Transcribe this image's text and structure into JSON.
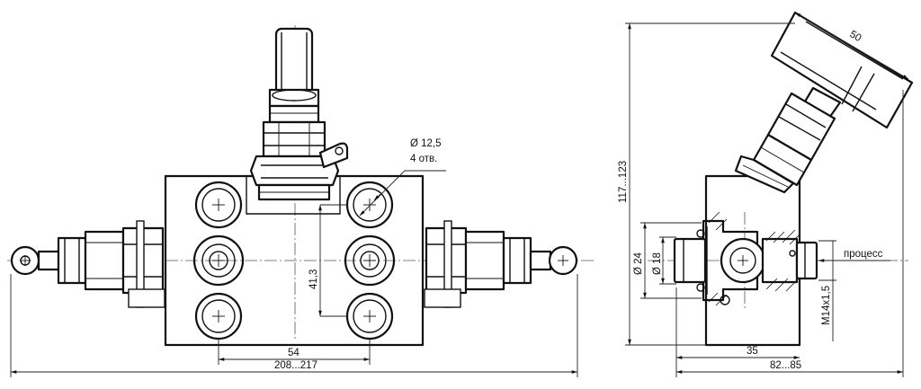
{
  "front_view": {
    "hole_diameter": "Ø 12,5",
    "hole_count": "4 отв.",
    "dim_hole_spacing_v": "41,3",
    "dim_hole_spacing_h": "54",
    "dim_overall_width": "208...217"
  },
  "side_view": {
    "dim_handwheel": "50",
    "dim_height": "117...123",
    "dim_bore_24": "Ø 24",
    "dim_bore_18": "Ø 18",
    "process_label": "процесс",
    "thread": "M14x1,5",
    "dim_port_offset": "35",
    "dim_depth": "82...85"
  }
}
